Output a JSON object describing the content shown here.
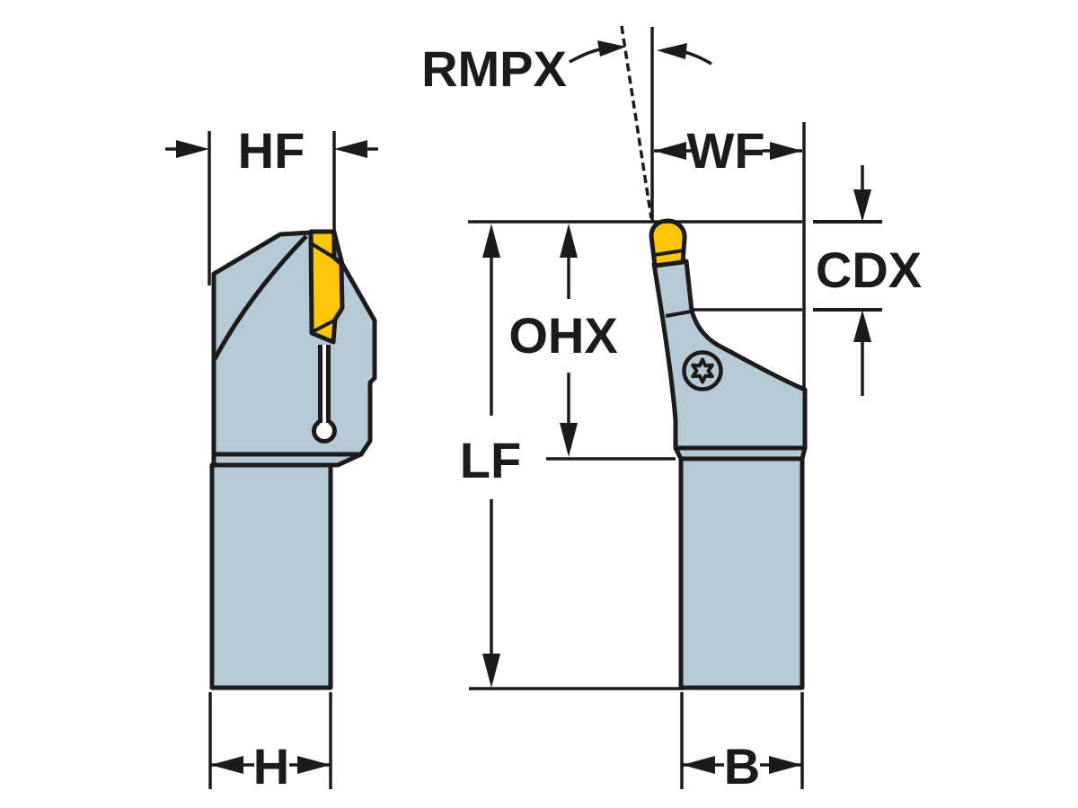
{
  "drawing": {
    "title": "Tool holder dimensional drawing, side and front views",
    "labels": {
      "rmpx": "RMPX",
      "hf": "HF",
      "wf": "WF",
      "cdx": "CDX",
      "ohx": "OHX",
      "lf": "LF",
      "h": "H",
      "b": "B"
    },
    "colors": {
      "body": "#b6cad6",
      "insert": "#fdc608",
      "line": "#1b1b1b",
      "background": "#ffffff"
    }
  }
}
